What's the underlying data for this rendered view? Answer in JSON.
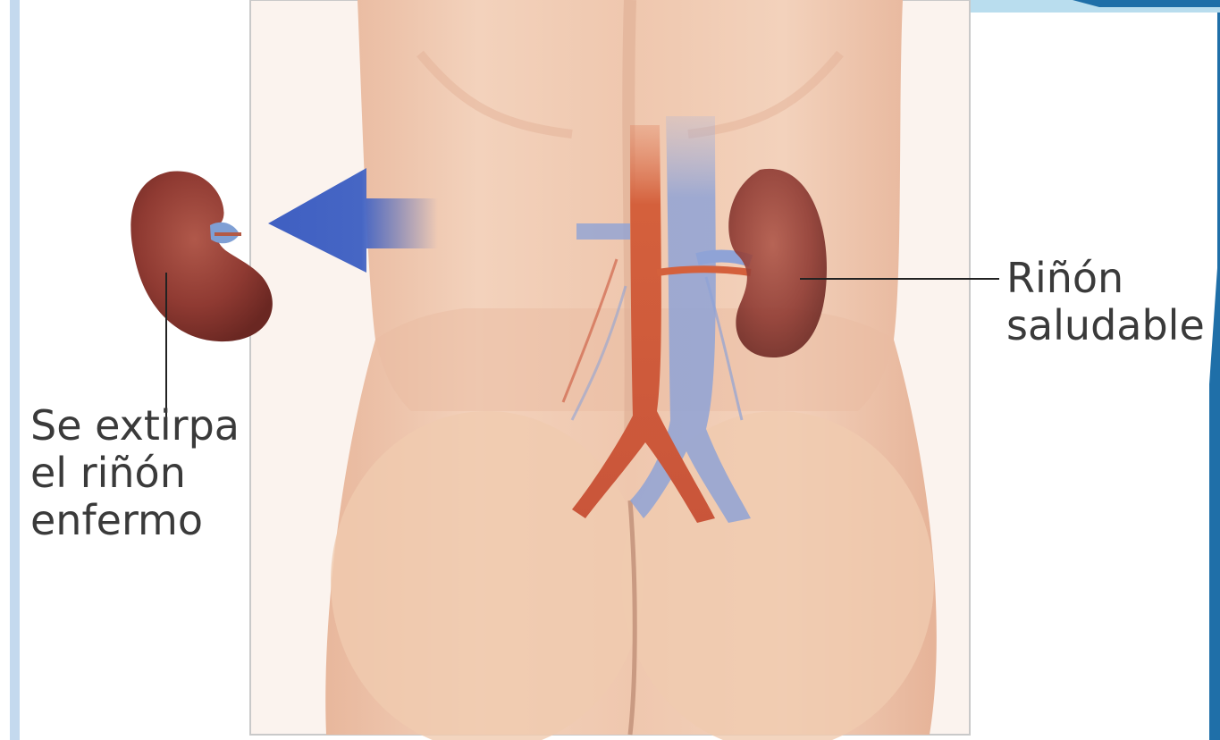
{
  "diagram": {
    "labels": {
      "removed_kidney": [
        "Se extirpa",
        "el riñón",
        "enfermo"
      ],
      "healthy_kidney": [
        "Riñón",
        "saludable"
      ]
    },
    "colors": {
      "skin": "#f1cdb5",
      "kidney": "#8f3a32",
      "artery": "#d4603c",
      "vein": "#8fa3d6",
      "arrow": "#4666c4",
      "slide_accent": "#1f6fa8",
      "slide_bar": "#c4d9ee"
    },
    "icons": [
      "left-arrow-icon"
    ]
  }
}
